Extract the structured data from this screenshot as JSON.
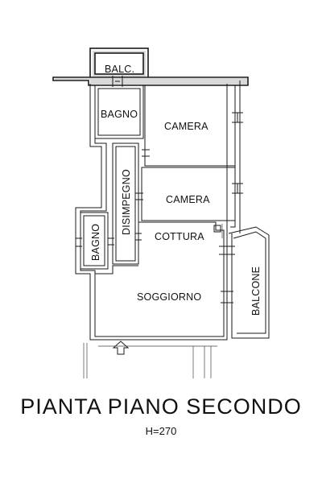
{
  "plan": {
    "rooms": {
      "balc": "BALC.",
      "bagno_top": "BAGNO",
      "camera_top": "CAMERA",
      "camera_mid": "CAMERA",
      "disimpegno": "DISIMPEGNO",
      "bagno_left": "BAGNO",
      "cottura": "COTTURA",
      "soggiorno": "SOGGIORNO",
      "balcone": "BALCONE"
    },
    "title": "PIANTA PIANO SECONDO",
    "height_note": "H=270"
  }
}
